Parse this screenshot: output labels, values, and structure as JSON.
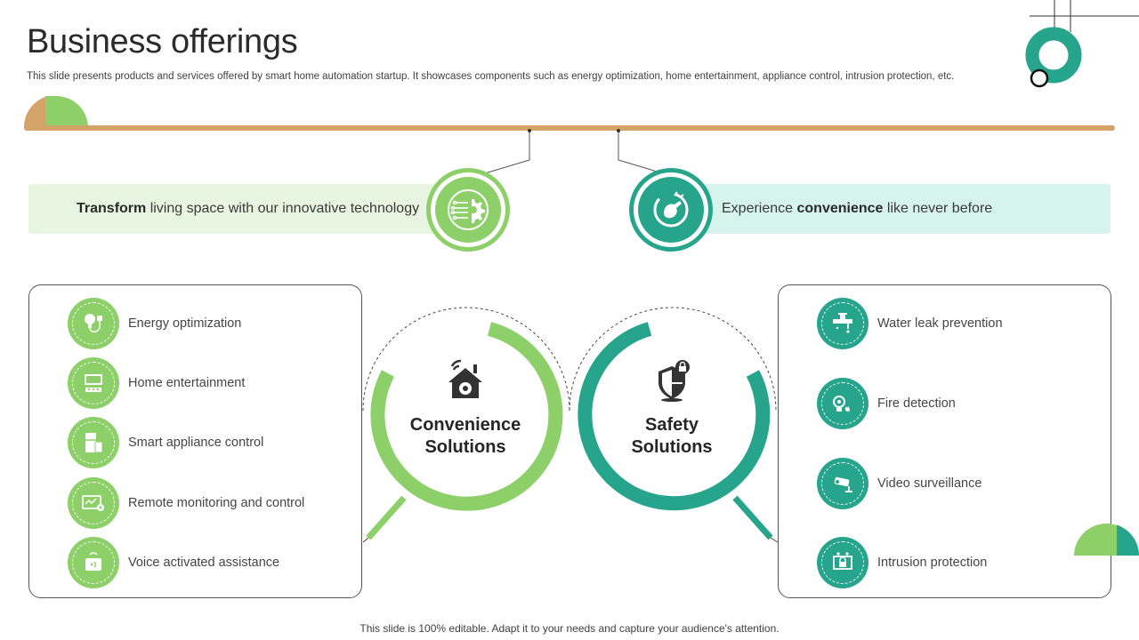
{
  "header": {
    "title": "Business offerings",
    "subtitle": "This slide presents products and services offered by smart home automation startup. It showcases components such as energy optimization, home entertainment, appliance control, intrusion protection, etc."
  },
  "banners": {
    "left": {
      "bold": "Transform",
      "rest": " living space with our innovative technology"
    },
    "right": {
      "pre": "Experience ",
      "bold": "convenience",
      "post": " like never before"
    }
  },
  "convenience": {
    "title_line1": "Convenience",
    "title_line2": "Solutions",
    "items": [
      {
        "label": "Energy optimization",
        "icon": "bulb-plug-icon"
      },
      {
        "label": "Home entertainment",
        "icon": "home-theater-icon"
      },
      {
        "label": "Smart appliance control",
        "icon": "fridge-phone-icon"
      },
      {
        "label": "Remote monitoring and control",
        "icon": "remote-monitor-icon"
      },
      {
        "label": "Voice activated assistance",
        "icon": "voice-assistant-icon"
      }
    ]
  },
  "safety": {
    "title_line1": "Safety",
    "title_line2": "Solutions",
    "items": [
      {
        "label": "Water leak prevention",
        "icon": "water-tap-icon"
      },
      {
        "label": "Fire detection",
        "icon": "fire-detector-icon"
      },
      {
        "label": "Video surveillance",
        "icon": "cctv-camera-icon"
      },
      {
        "label": "Intrusion protection",
        "icon": "intrusion-lock-icon"
      }
    ]
  },
  "footer": "This slide is 100% editable. Adapt it to your needs and capture your audience's attention.",
  "colors": {
    "green": "#8dcf68",
    "teal": "#26a58c",
    "bar": "#d4a36a"
  }
}
